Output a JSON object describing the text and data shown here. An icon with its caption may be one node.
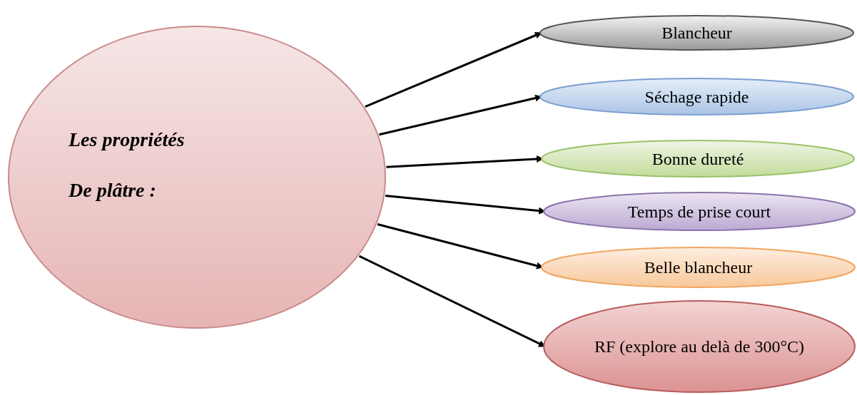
{
  "diagram": {
    "nodes": [
      {
        "text": [
          "Les propriétés",
          "De plâtre :"
        ]
      },
      {
        "text": [
          "Blancheur"
        ]
      },
      {
        "text": [
          "Séchage rapide"
        ]
      },
      {
        "text": [
          "Bonne dureté"
        ]
      },
      {
        "text": [
          "Temps de prise court"
        ]
      },
      {
        "text": [
          "Belle blancheur"
        ]
      },
      {
        "text": [
          "RF (explore au delà de 300°C)"
        ]
      }
    ],
    "edges": [
      {
        "from": 0,
        "to": 1,
        "arrow": "to"
      },
      {
        "from": 0,
        "to": 2,
        "arrow": "to"
      },
      {
        "from": 0,
        "to": 3,
        "arrow": "to"
      },
      {
        "from": 0,
        "to": 4,
        "arrow": "to"
      },
      {
        "from": 0,
        "to": 5,
        "arrow": "to"
      },
      {
        "from": 0,
        "to": 6,
        "arrow": "to"
      }
    ]
  }
}
